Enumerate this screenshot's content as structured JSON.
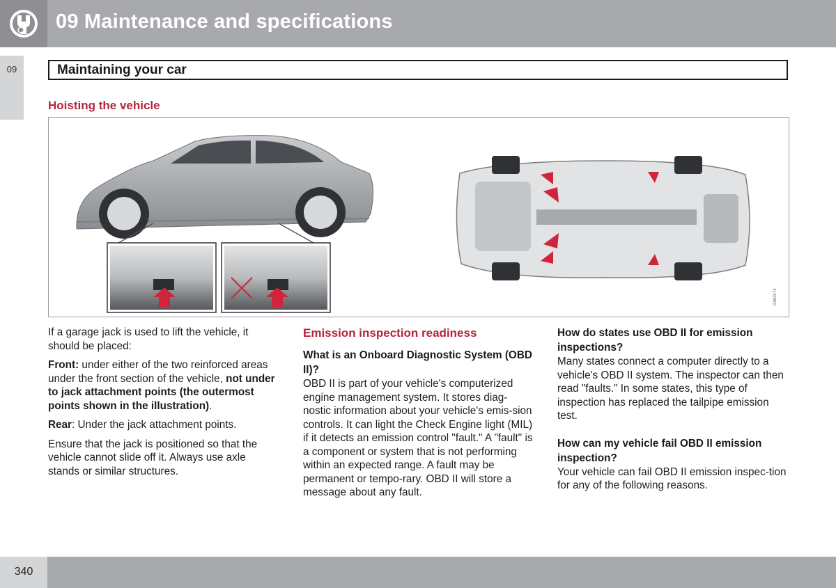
{
  "header": {
    "chapter_title": "09 Maintenance and specifications",
    "icon": "wrench-gear-icon"
  },
  "side_tab": {
    "label": "09"
  },
  "section": {
    "title": "Maintaining your car"
  },
  "hoisting": {
    "heading": "Hoisting the vehicle",
    "illustration_code": "G060174"
  },
  "col1": {
    "intro": "If a garage jack is used to lift the vehicle, it should be placed:",
    "front_label": "Front:",
    "front_text": " under either of the two reinforced areas under the front section of the vehicle, ",
    "front_bold": "not under to jack attachment points (the outermost points shown in the illustration)",
    "front_end": ".",
    "rear_label": "Rear",
    "rear_text": ": Under the jack attachment points.",
    "ensure": "Ensure that the jack is positioned so that the vehicle cannot slide off it. Always use axle stands or similar structures."
  },
  "col2": {
    "heading": "Emission inspection readiness",
    "subheading": "What is an Onboard Diagnostic System (OBD II)?",
    "body": "OBD II is part of your vehicle's computerized engine management system. It stores diag-nostic information about your vehicle's emis-sion controls. It can light the Check Engine light (MIL) if it detects an emission control \"fault.\" A \"fault\" is a component or system that is not performing within an expected range. A fault may be permanent or tempo-rary. OBD II will store a message about any fault."
  },
  "col3": {
    "q1": "How do states use OBD II for emission inspections?",
    "a1": "Many states connect a computer directly to a vehicle's OBD II system. The inspector can then read \"faults.\" In some states, this type of inspection has replaced the tailpipe emission test.",
    "q2": "How can my vehicle fail OBD II emission inspection?",
    "a2": "Your vehicle can fail OBD II emission inspec-tion for any of the following reasons."
  },
  "footer": {
    "page_number": "340"
  }
}
